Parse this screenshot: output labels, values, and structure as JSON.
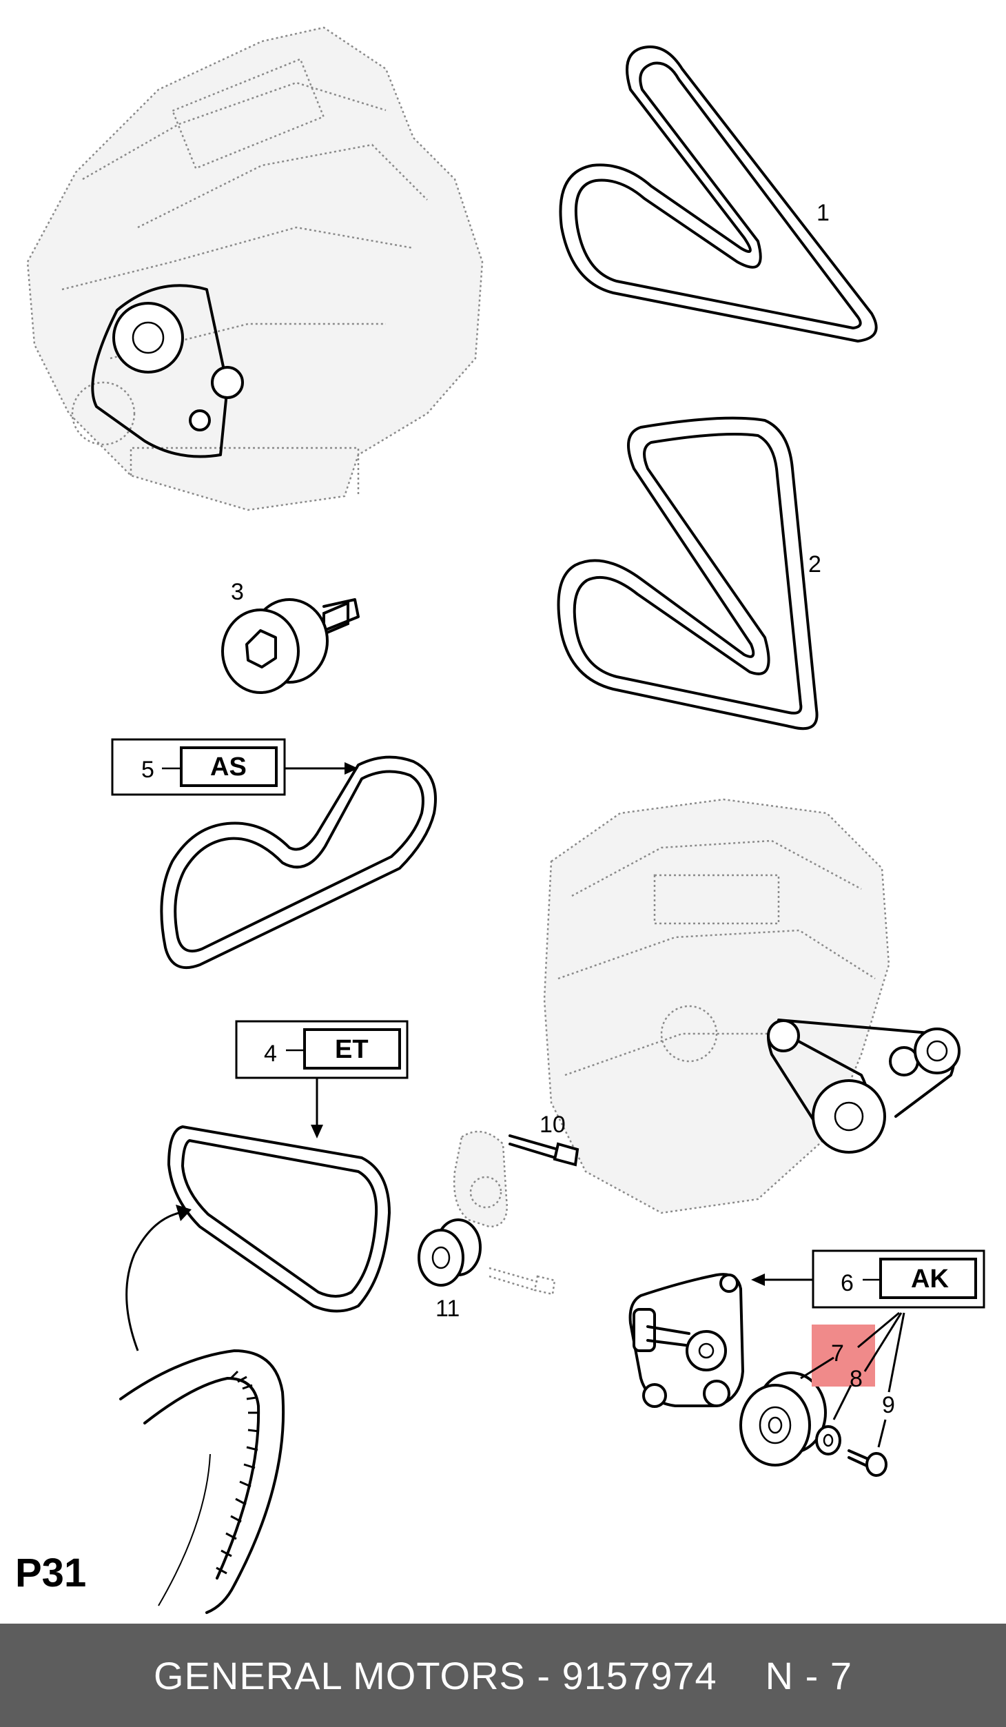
{
  "diagram": {
    "callouts": {
      "belt_1": "1",
      "belt_2": "2",
      "idler_3": "3",
      "ref_4": "4",
      "ref_5": "5",
      "ref_6": "6",
      "pulley_7": "7",
      "washer_8": "8",
      "bolt_9": "9",
      "bolt_10": "10",
      "pulley_11": "11"
    },
    "codes": {
      "as": "AS",
      "et": "ET",
      "ak": "AK"
    },
    "page_code": "P31",
    "highlight_color": "#f08a8a"
  },
  "footer": {
    "manufacturer": "GENERAL MOTORS",
    "dash": "-",
    "part_number": "9157974",
    "position": "N - 7"
  }
}
